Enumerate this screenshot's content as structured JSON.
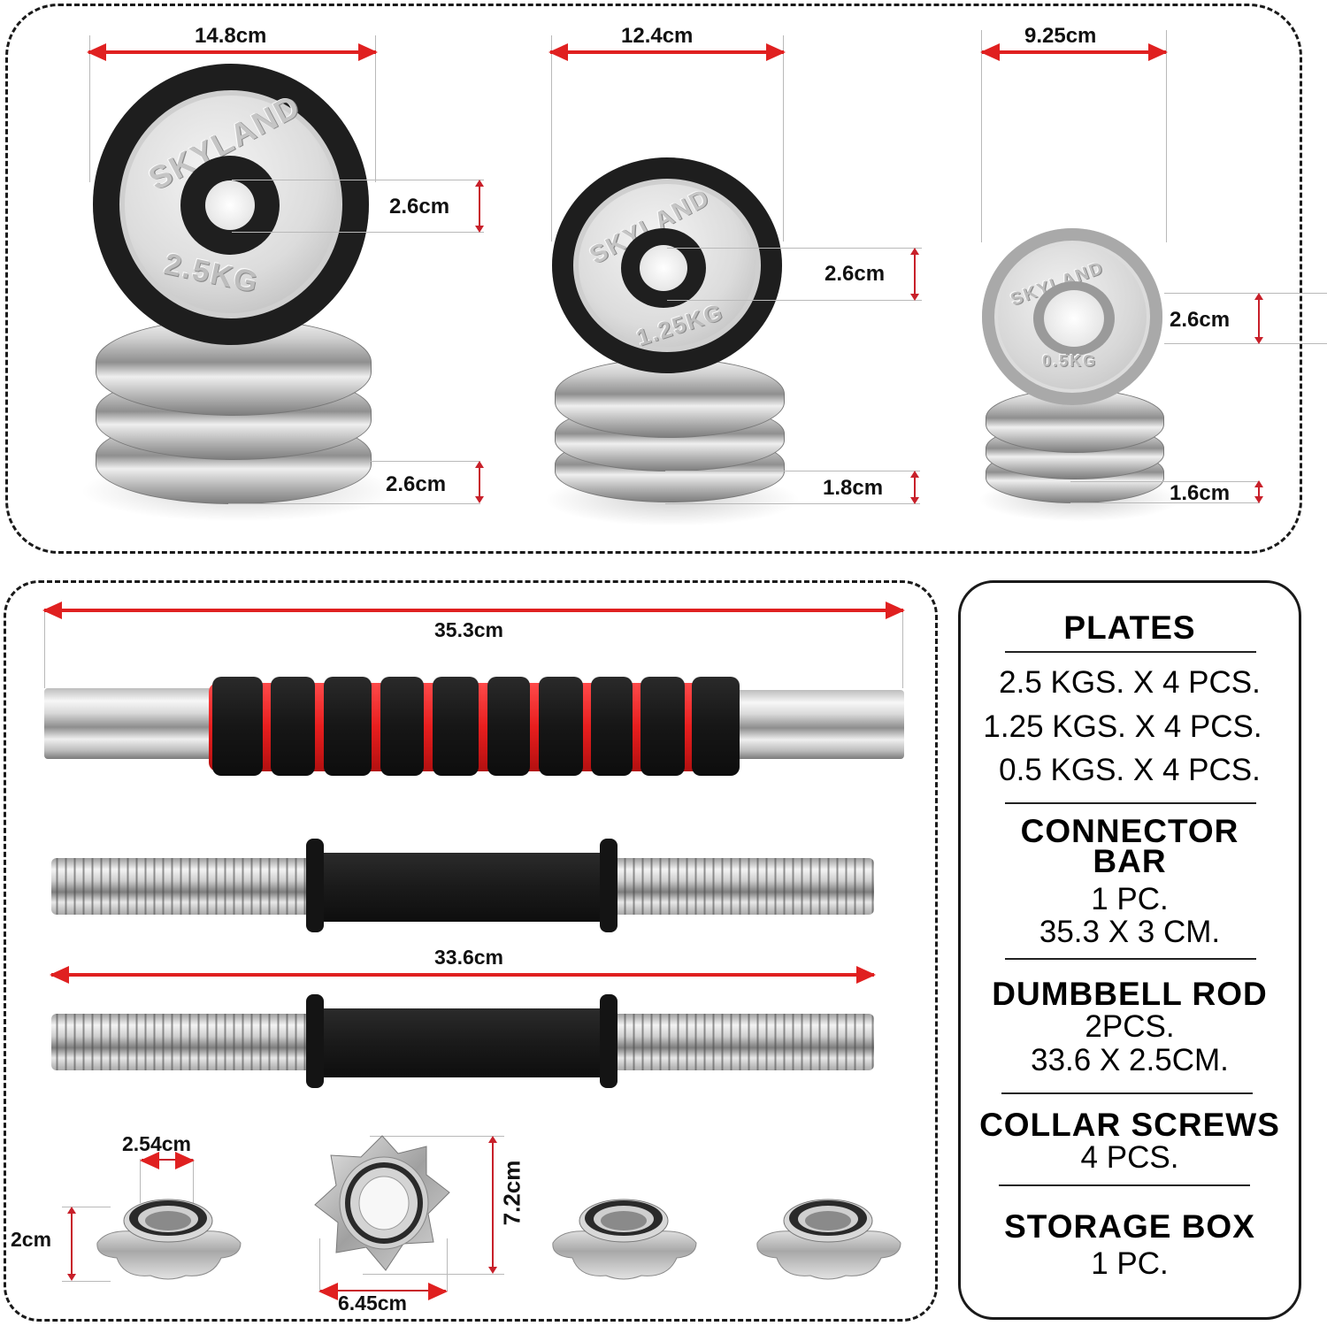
{
  "plates_panel": {
    "plates": [
      {
        "weight_label": "2.5KG",
        "brand": "SKYLAND",
        "diameter": "14.8cm",
        "hole": "2.6cm",
        "thickness": "2.6cm"
      },
      {
        "weight_label": "1.25KG",
        "brand": "SKYLAND",
        "diameter": "12.4cm",
        "hole": "2.6cm",
        "thickness": "1.8cm"
      },
      {
        "weight_label": "0.5KG",
        "brand": "SKYLAND",
        "diameter": "9.25cm",
        "hole": "2.6cm",
        "thickness": "1.6cm"
      }
    ]
  },
  "bars_panel": {
    "connector_bar_length": "35.3cm",
    "dumbbell_rod_length": "33.6cm",
    "collar_inner": "2.54cm",
    "collar_height": "2cm",
    "collar_height_front": "7.2cm",
    "collar_width": "6.45cm"
  },
  "spec_list": {
    "sections": [
      {
        "title": "PLATES",
        "lines": [
          "2.5 KGS. X 4 PCS.",
          "1.25 KGS. X 4 PCS.",
          "0.5 KGS. X 4 PCS."
        ]
      },
      {
        "title": "CONNECTOR",
        "title2": "BAR",
        "lines": [
          "1 PC.",
          "35.3 X 3 CM."
        ]
      },
      {
        "title": "DUMBBELL ROD",
        "lines": [
          "2PCS.",
          "33.6 X 2.5CM."
        ]
      },
      {
        "title": "COLLAR SCREWS",
        "lines": [
          "4 PCS."
        ]
      },
      {
        "title": "STORAGE BOX",
        "lines": [
          "1 PC."
        ]
      }
    ]
  },
  "colors": {
    "arrow_red": "#e02020",
    "foam_red": "#e81e1e",
    "border": "#1a1a1a"
  }
}
